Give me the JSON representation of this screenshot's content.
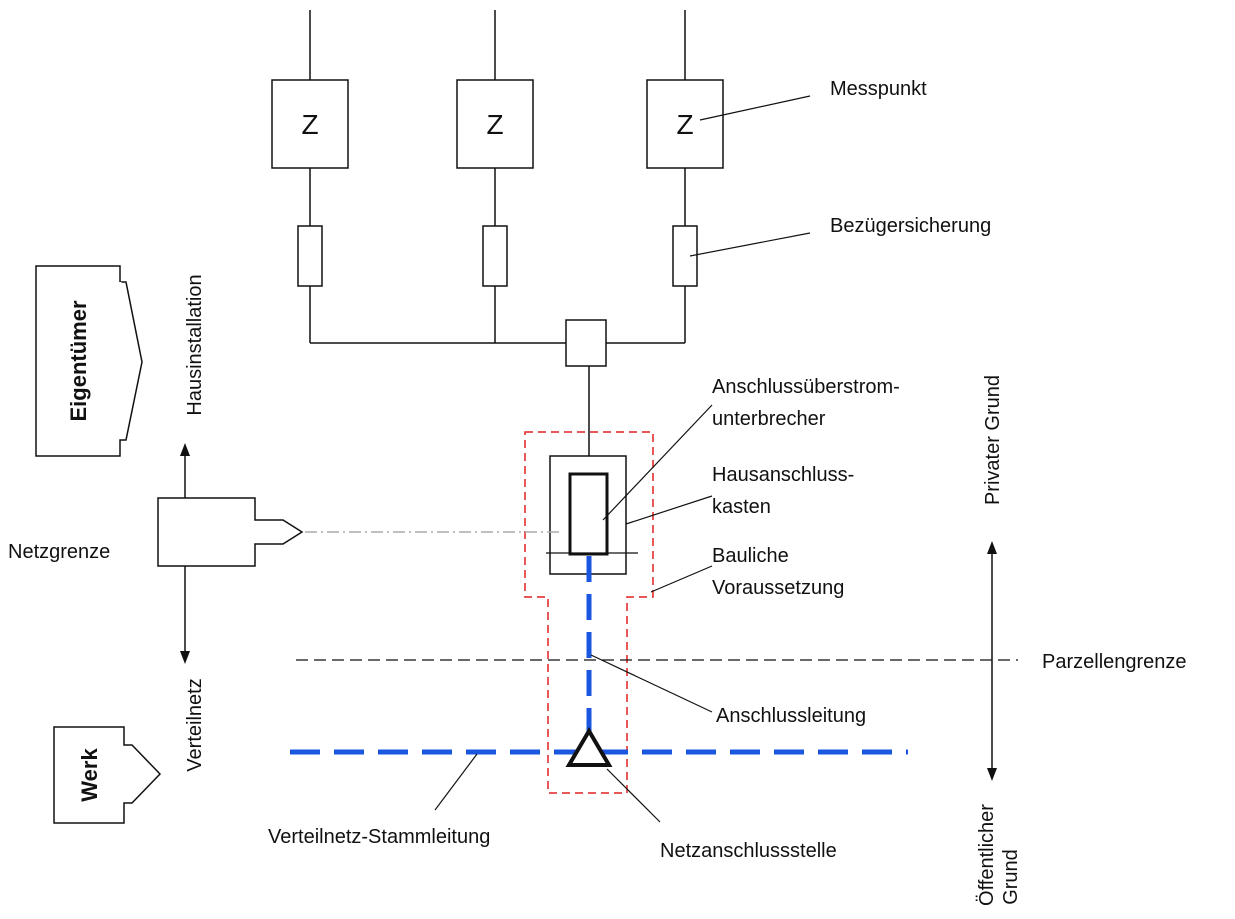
{
  "meters": [
    {
      "symbol": "Z"
    },
    {
      "symbol": "Z"
    },
    {
      "symbol": "Z"
    }
  ],
  "labels": {
    "messpunkt": "Messpunkt",
    "bezuegersicherung": "Bezügersicherung",
    "anschlussueberstrom_line1": "Anschlussüberstrom-",
    "anschlussueberstrom_line2": "unterbrecher",
    "hausanschluss_line1": "Hausanschluss-",
    "hausanschluss_line2": "kasten",
    "bauliche_line1": "Bauliche",
    "bauliche_line2": "Voraussetzung",
    "parzellengrenze": "Parzellengrenze",
    "anschlussleitung": "Anschlussleitung",
    "netzanschlussstelle": "Netzanschlussstelle",
    "verteilnetz_stammleitung": "Verteilnetz-Stammleitung",
    "netzgrenze": "Netzgrenze",
    "hausinstallation": "Hausinstallation",
    "verteilnetz": "Verteilnetz",
    "eigentuemer": "Eigentümer",
    "werk": "Werk",
    "privater_grund": "Privater Grund",
    "oeffentlicher_grund_line1": "Öffentlicher",
    "oeffentlicher_grund_line2": "Grund"
  },
  "colors": {
    "line": "#111111",
    "blue_line": "#1a56e0",
    "red_dashed": "#e02020",
    "grey_dashdot": "#aaaaaa",
    "background": "#ffffff"
  }
}
